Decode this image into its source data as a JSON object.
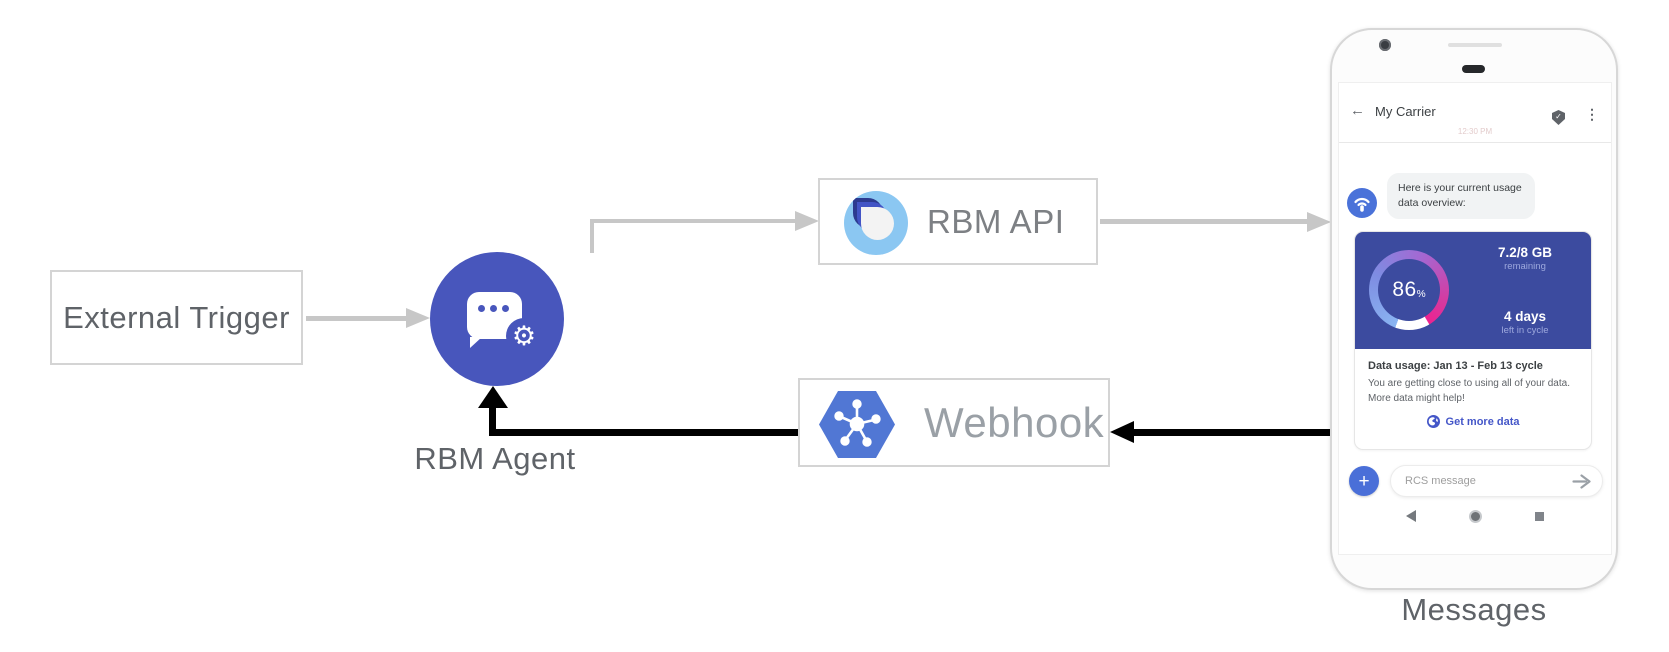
{
  "colors": {
    "agent_circle": "#4856bc",
    "card_indigo": "#3c4b9f",
    "gauge_blue": "#8ab5f2",
    "gauge_violet": "#a468d2",
    "gauge_magenta": "#ee2290",
    "avatar_blue": "#4a72d9",
    "link_blue": "#4456c8",
    "hexagon_blue": "#5177d4",
    "rbm_logo_light_blue": "#8bc7f2",
    "rbm_logo_navy": "#2c3a8f",
    "rbm_logo_indigo": "#4254c5",
    "arrow_gray": "#c7c7c7",
    "arrow_black": "#000000"
  },
  "diagram": {
    "external_trigger_label": "External Trigger",
    "rbm_agent_label": "RBM Agent",
    "rbm_api_label": "RBM API",
    "webhook_label": "Webhook",
    "phone_caption": "Messages"
  },
  "phone": {
    "status_icons": [
      "▪",
      "●",
      "▾"
    ],
    "header": {
      "back_icon": "←",
      "title": "My Carrier",
      "verified_check": "✓",
      "menu_icon": "⋮"
    },
    "timestamp": "12:30 PM",
    "chat": {
      "bubble_text": "Here is your current usage data overview:"
    },
    "usage_card": {
      "percent_value": "86",
      "percent_unit": "%",
      "remaining_value": "7.2/8 GB",
      "remaining_label": "remaining",
      "cycle_value": "4 days",
      "cycle_label": "left in cycle",
      "heading": "Data usage: Jan 13 - Feb 13 cycle",
      "body": "You are getting close to using all of your data. More data might help!",
      "action_label": "Get more data"
    },
    "composer": {
      "plus_icon": "+",
      "placeholder": "RCS message"
    }
  }
}
